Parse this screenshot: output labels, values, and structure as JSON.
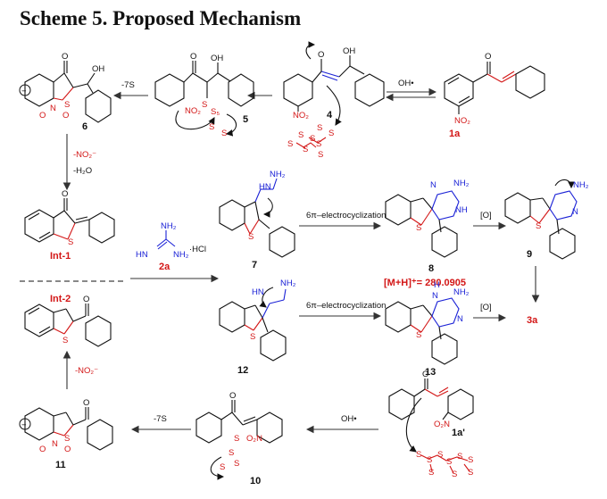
{
  "title": "Scheme 5. Proposed Mechanism",
  "labels": {
    "c6": "6",
    "c5": "5",
    "c4": "4",
    "c1a": "1a",
    "int1": "Int-1",
    "int2": "Int-2",
    "c2a": "2a",
    "c7": "7",
    "c8": "8",
    "c9": "9",
    "c3a": "3a",
    "c12": "12",
    "c13": "13",
    "c11": "11",
    "c10": "10",
    "c1ap": "1a'"
  },
  "conditions": {
    "minus7s_top": "-7S",
    "oh_top": "OH•",
    "no2_minus": "-NO₂⁻",
    "h2o_minus": "-H₂O",
    "guanidine_hcl": "·HCl",
    "electro_top": "6π–electrocyclization",
    "electro_bottom": "6π–electrocyclization",
    "ox_top": "[O]",
    "ox_bottom": "[O]",
    "ms": "[M+H]⁺= 280.0905",
    "minus7s_bottom": "-7S",
    "oh_bottom": "OH•",
    "no2_minus_left": "-NO₂⁻"
  },
  "atoms": {
    "S": "S",
    "O": "O",
    "OH": "OH",
    "N": "N",
    "NO2": "NO₂",
    "NH": "NH",
    "NH2": "NH₂",
    "HN": "HN",
    "H": "H",
    "O2N": "O₂N",
    "minus": "−",
    "plus": "+",
    "S5": "S₅"
  }
}
